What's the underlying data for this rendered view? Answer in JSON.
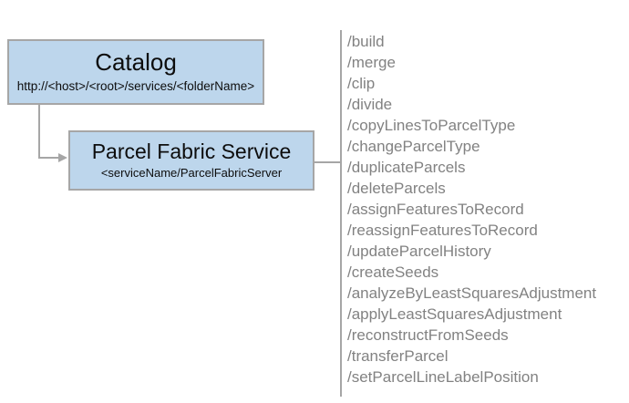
{
  "catalog": {
    "title": "Catalog",
    "subtitle": "http://<host>/<root>/services/<folderName>"
  },
  "service": {
    "title": "Parcel Fabric Service",
    "subtitle": "<serviceName/ParcelFabricServer"
  },
  "endpoints": [
    "/build",
    "/merge",
    "/clip",
    "/divide",
    "/copyLinesToParcelType",
    "/changeParcelType",
    "/duplicateParcels",
    "/deleteParcels",
    "/assignFeaturesToRecord",
    "/reassignFeaturesToRecord",
    "/updateParcelHistory",
    "/createSeeds",
    "/analyzeByLeastSquaresAdjustment",
    "/applyLeastSquaresAdjustment",
    "/reconstructFromSeeds",
    "/transferParcel",
    "/setParcelLineLabelPosition"
  ],
  "colors": {
    "box_fill": "#bdd6ec",
    "box_border": "#a6a6a6",
    "line_color": "#a6a6a6",
    "box_text": "#0d0d0d",
    "list_text": "#828282"
  }
}
